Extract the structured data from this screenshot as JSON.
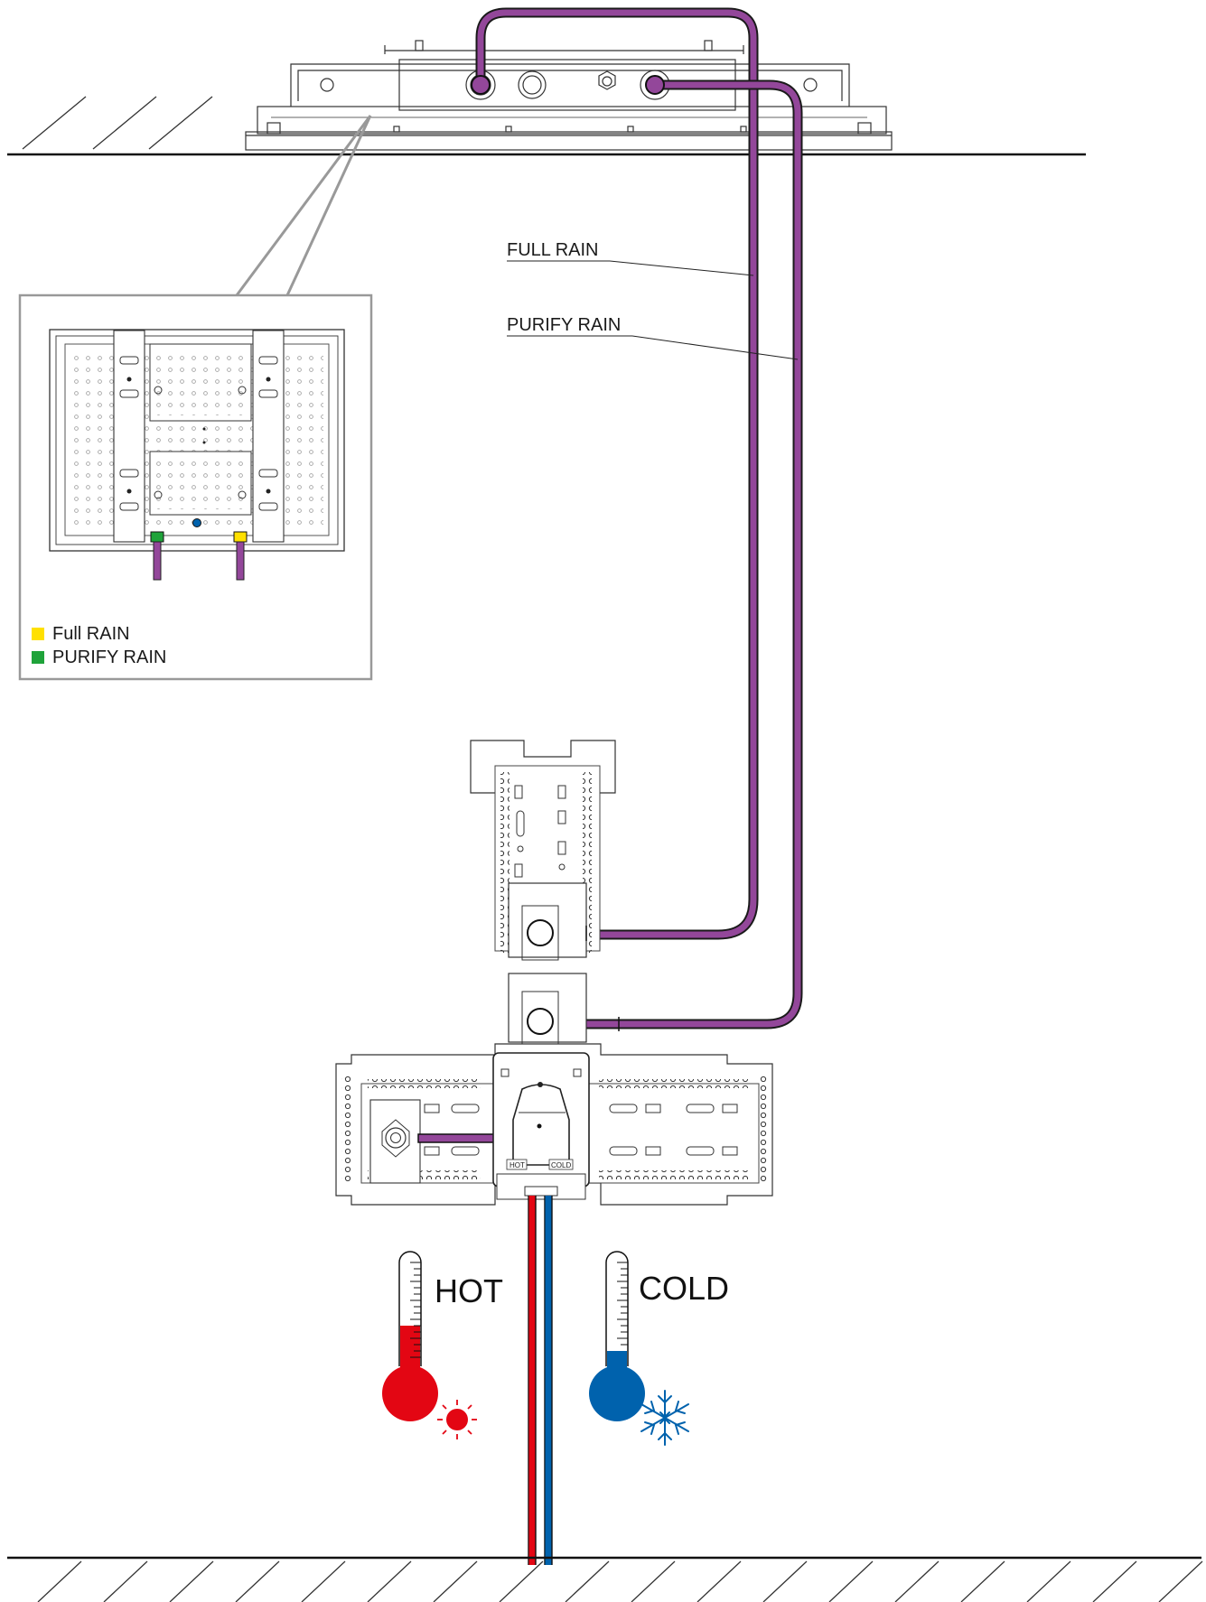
{
  "labels": {
    "full_rain": "FULL RAIN",
    "purify_rain": "PURIFY RAIN",
    "hot_small": "HOT",
    "cold_small": "COLD",
    "hot": "HOT",
    "cold": "COLD"
  },
  "legend": {
    "items": [
      {
        "label": "Full RAIN",
        "color": "#ffe000"
      },
      {
        "label": "PURIFY RAIN",
        "color": "#1fa33a"
      }
    ]
  },
  "colors": {
    "pipe_purple": "#93479a",
    "pipe_hot": "#e30613",
    "pipe_cold": "#0062ad",
    "line": "#222222",
    "callout_gray": "#999999"
  },
  "icons": [
    "sun-icon",
    "snowflake-icon",
    "thermometer-icon"
  ]
}
